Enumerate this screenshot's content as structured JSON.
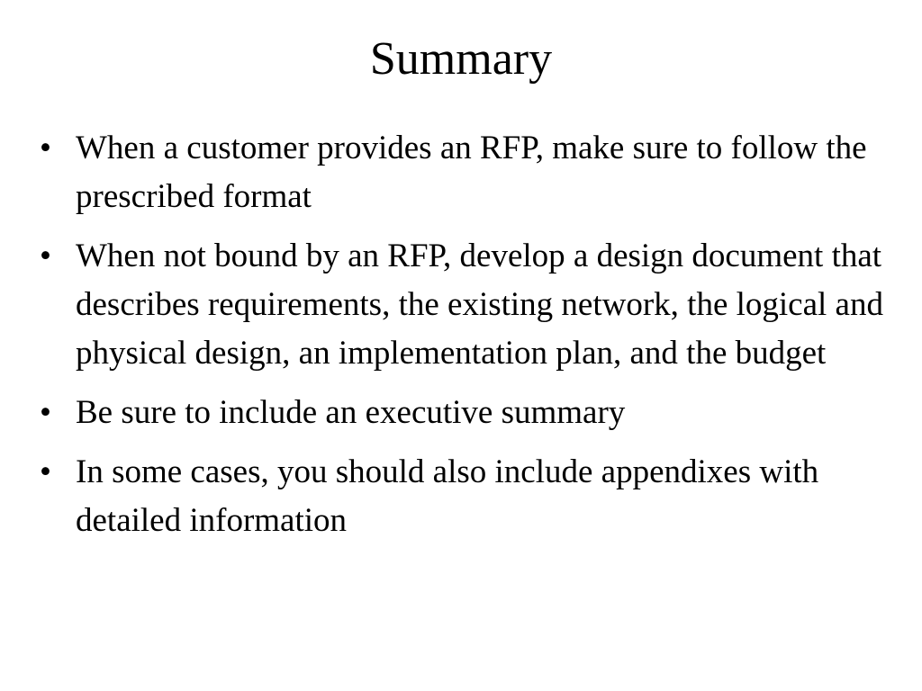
{
  "slide": {
    "title": "Summary",
    "bullet_symbol": "•",
    "bullets": [
      {
        "text": "When a customer provides an RFP, make sure to follow the prescribed format"
      },
      {
        "text": "When not bound by an RFP, develop a design document that describes requirements, the existing network, the logical and physical design, an implementation plan, and the budget"
      },
      {
        "text": "Be sure to include an executive summary"
      },
      {
        "text": "In some cases, you should also include appendixes with detailed information"
      }
    ]
  },
  "colors": {
    "background": "#ffffff",
    "text": "#000000"
  }
}
